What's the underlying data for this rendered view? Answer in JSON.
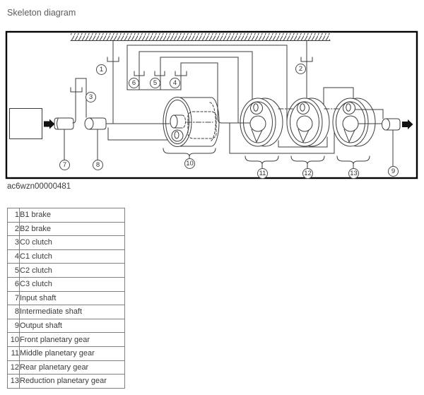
{
  "page": {
    "title": "Skeleton diagram",
    "code": "ac6wzn00000481"
  },
  "diagram": {
    "callouts": [
      {
        "label": "1"
      },
      {
        "label": "2"
      },
      {
        "label": "3"
      },
      {
        "label": "4"
      },
      {
        "label": "5"
      },
      {
        "label": "6"
      },
      {
        "label": "7"
      },
      {
        "label": "8"
      },
      {
        "label": "9"
      },
      {
        "label": "10"
      },
      {
        "label": "11"
      },
      {
        "label": "12"
      },
      {
        "label": "13"
      }
    ],
    "icons": {
      "input_arrow": "arrow-right",
      "output_arrow": "arrow-right"
    },
    "line_color": "#3d3d3d",
    "border_color": "#000000"
  },
  "legend": {
    "rows": [
      {
        "num": "1",
        "label": "B1 brake"
      },
      {
        "num": "2",
        "label": "B2 brake"
      },
      {
        "num": "3",
        "label": "C0 clutch"
      },
      {
        "num": "4",
        "label": "C1 clutch"
      },
      {
        "num": "5",
        "label": "C2 clutch"
      },
      {
        "num": "6",
        "label": "C3 clutch"
      },
      {
        "num": "7",
        "label": "Input shaft"
      },
      {
        "num": "8",
        "label": "Intermediate shaft"
      },
      {
        "num": "9",
        "label": "Output shaft"
      },
      {
        "num": "10",
        "label": "Front planetary gear"
      },
      {
        "num": "11",
        "label": "Middle planetary gear"
      },
      {
        "num": "12",
        "label": "Rear planetary gear"
      },
      {
        "num": "13",
        "label": "Reduction planetary gear"
      }
    ]
  }
}
